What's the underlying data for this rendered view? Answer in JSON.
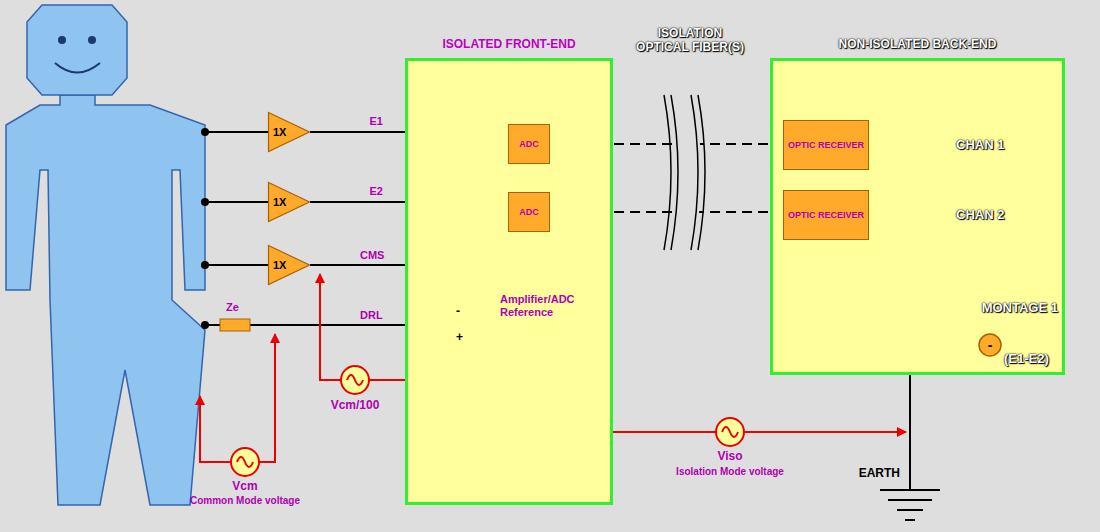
{
  "diagram": {
    "nodes": [
      {
        "text": [
          "1X"
        ]
      },
      {
        "text": [
          "1X"
        ]
      },
      {
        "text": [
          "1X"
        ]
      },
      {
        "text": [
          "ISOLATED FRONT-END",
          "Amplifier/ADC Reference"
        ]
      },
      {
        "text": [
          "ADC"
        ],
        "in": 3
      },
      {
        "text": [
          "ADC"
        ],
        "in": 3
      },
      {
        "text": [
          "NON-ISOLATED BACK-END"
        ]
      },
      {
        "text": [
          "OPTIC RECEIVER"
        ],
        "in": 6
      },
      {
        "text": [
          "OPTIC RECEIVER"
        ],
        "in": 6
      },
      {
        "text": [
          "-"
        ],
        "in": 6
      }
    ],
    "edges": [
      {
        "from": 0,
        "to": 4,
        "label": "E1",
        "arrow": "none"
      },
      {
        "from": 1,
        "to": 5,
        "label": "E2",
        "arrow": "none"
      },
      {
        "from": 4,
        "to": 7,
        "arrow": "none"
      },
      {
        "from": 5,
        "to": 8,
        "arrow": "none"
      },
      {
        "from": 7,
        "to": 9,
        "arrow": "none"
      },
      {
        "from": 8,
        "to": 9,
        "arrow": "none"
      }
    ],
    "labels": [
      "ISOLATION OPTICAL FIBER(S)",
      "CHAN 1",
      "CHAN 2",
      "MONTAGE 1",
      "CMS",
      "-",
      "DRL",
      "+",
      "Ze",
      "(E1-E2)",
      "Vcm/100",
      "EARTH",
      "Viso",
      "Vcm",
      "Common Mode voltage",
      "Isolation Mode voltage"
    ]
  }
}
